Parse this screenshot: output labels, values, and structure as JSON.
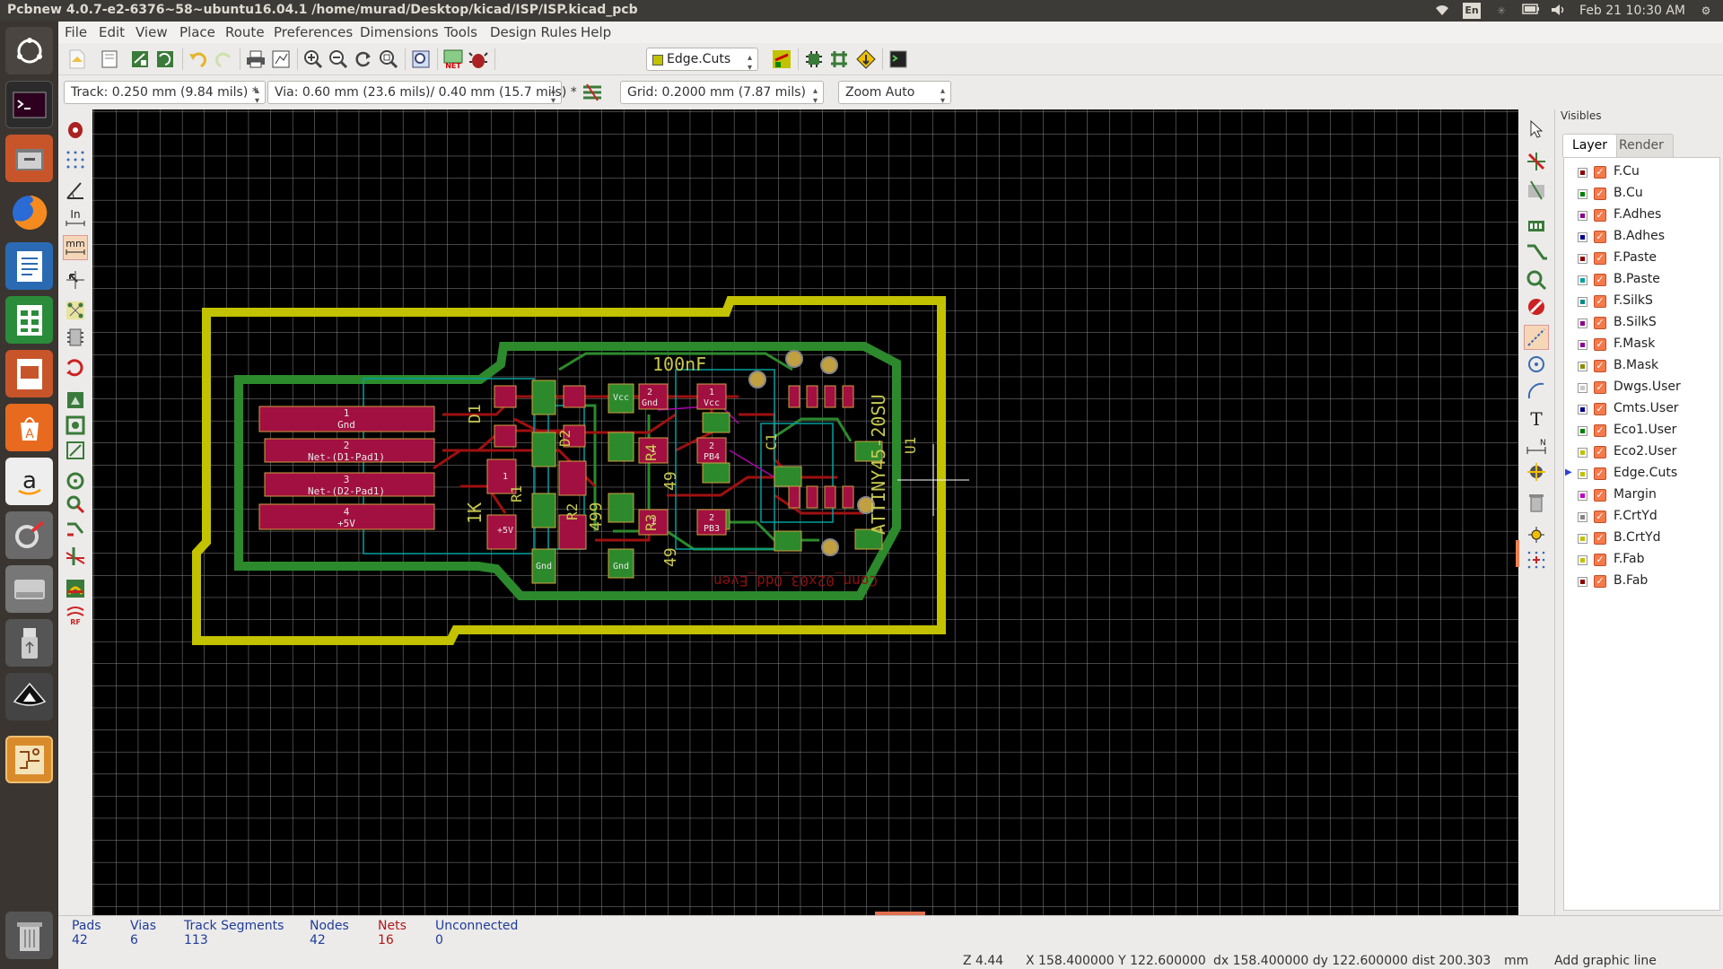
{
  "window": {
    "title": "Pcbnew 4.0.7-e2-6376~58~ubuntu16.04.1 /home/murad/Desktop/kicad/ISP/ISP.kicad_pcb",
    "tray_lang": "En",
    "datetime": "Feb 21 10:30 AM"
  },
  "menu": [
    "File",
    "Edit",
    "View",
    "Place",
    "Route",
    "Preferences",
    "Dimensions",
    "Tools",
    "Design Rules",
    "Help"
  ],
  "toolbar": {
    "active_layer": "Edge.Cuts",
    "track": "Track: 0.250 mm (9.84 mils) *",
    "via": "Via: 0.60 mm (23.6 mils)/ 0.40 mm (15.7 mils) *",
    "grid": "Grid: 0.2000 mm (7.87 mils)",
    "zoom": "Zoom Auto"
  },
  "pcb": {
    "cap_value": "100nF",
    "ic_ref": "ATTINY45-20SU",
    "d1": "D1",
    "r1_value": "1K",
    "resistor_values": [
      "49",
      "49",
      "499"
    ],
    "refs": [
      "R1",
      "R2",
      "R3",
      "R4",
      "D2",
      "C1",
      "U1"
    ],
    "header_text": "Conn_02x03_Odd_Even",
    "conn_pads": [
      {
        "num": "1",
        "net": "Gnd"
      },
      {
        "num": "2",
        "net": "Net-(D1-Pad1)"
      },
      {
        "num": "3",
        "net": "Net-(D2-Pad1)"
      },
      {
        "num": "4",
        "net": "+5V"
      }
    ],
    "pad_nets": {
      "gnd": "Gnd",
      "vcc": "Vcc",
      "pb4": "PB4",
      "pb3": "PB3",
      "p5v": "+5V",
      "one": "1",
      "two": "2"
    }
  },
  "layers_panel": {
    "title": "Visibles",
    "tabs": [
      "Layer",
      "Render"
    ],
    "layers": [
      {
        "name": "F.Cu",
        "color": "#8b0000"
      },
      {
        "name": "B.Cu",
        "color": "#008000"
      },
      {
        "name": "F.Adhes",
        "color": "#8b008b"
      },
      {
        "name": "B.Adhes",
        "color": "#00008b"
      },
      {
        "name": "F.Paste",
        "color": "#8b0000"
      },
      {
        "name": "B.Paste",
        "color": "#00a0a0"
      },
      {
        "name": "F.SilkS",
        "color": "#008b8b"
      },
      {
        "name": "B.SilkS",
        "color": "#8b008b"
      },
      {
        "name": "F.Mask",
        "color": "#8b008b"
      },
      {
        "name": "B.Mask",
        "color": "#8b8b00"
      },
      {
        "name": "Dwgs.User",
        "color": "#c8c8c8"
      },
      {
        "name": "Cmts.User",
        "color": "#00008b"
      },
      {
        "name": "Eco1.User",
        "color": "#008000"
      },
      {
        "name": "Eco2.User",
        "color": "#c2c200"
      },
      {
        "name": "Edge.Cuts",
        "color": "#c2c200"
      },
      {
        "name": "Margin",
        "color": "#c200c2"
      },
      {
        "name": "F.CrtYd",
        "color": "#848484"
      },
      {
        "name": "B.CrtYd",
        "color": "#c2c200"
      },
      {
        "name": "F.Fab",
        "color": "#c2c200"
      },
      {
        "name": "B.Fab",
        "color": "#8b0000"
      }
    ]
  },
  "status": {
    "pads_label": "Pads",
    "pads": "42",
    "vias_label": "Vias",
    "vias": "6",
    "tracks_label": "Track Segments",
    "tracks": "113",
    "nodes_label": "Nodes",
    "nodes": "42",
    "nets_label": "Nets",
    "nets": "16",
    "unconnected_label": "Unconnected",
    "unconnected": "0",
    "zoom": "Z 4.44",
    "coords": "X 158.400000  Y 122.600000",
    "delta": "dx 158.400000  dy 122.600000  dist 200.303",
    "units": "mm",
    "hint": "Add graphic line"
  }
}
